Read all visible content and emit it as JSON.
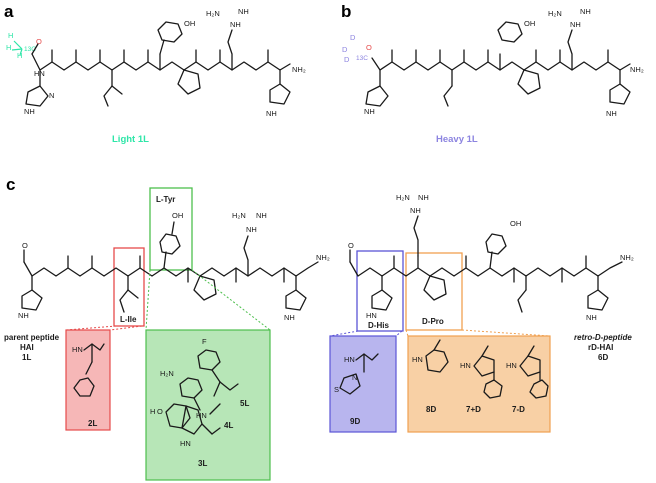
{
  "panels": {
    "a": "a",
    "b": "b",
    "c": "c"
  },
  "captions": {
    "light": "Light 1L",
    "heavy": "Heavy 1L"
  },
  "colors": {
    "light": "#2ee6a8",
    "heavy": "#8c84e0",
    "red": "#e64b4b",
    "green": "#4dbf4d",
    "blue": "#5b55d6",
    "orange": "#f0a050"
  },
  "isotope_labels": {
    "h1": "H",
    "h2": "H",
    "h3": "H",
    "c13": "13C",
    "o": "O",
    "d1": "D",
    "d2": "D",
    "d3": "D",
    "c13b": "13C",
    "ob": "O"
  },
  "atoms": {
    "nh": "NH",
    "n": "N",
    "h": "H",
    "hn": "HN",
    "h2n": "H₂N",
    "nh2": "NH₂",
    "oh": "OH",
    "o": "O",
    "f": "F",
    "s": "S"
  },
  "residues": {
    "tyr": "L-Tyr",
    "ile": "L-Ile",
    "his": "D-His",
    "pro": "D-Pro"
  },
  "parent": {
    "line1": "parent peptide",
    "line2": "HAI",
    "line3": "1L"
  },
  "retro": {
    "line1": "retro-D-peptide",
    "line2": "rD-HAI",
    "line3": "6D"
  },
  "compounds": {
    "c2L": "2L",
    "c3L": "3L",
    "c4L": "4L",
    "c5L": "5L",
    "c9D": "9D",
    "c8D": "8D",
    "c7pD": "7+D",
    "c7mD": "7-D"
  }
}
